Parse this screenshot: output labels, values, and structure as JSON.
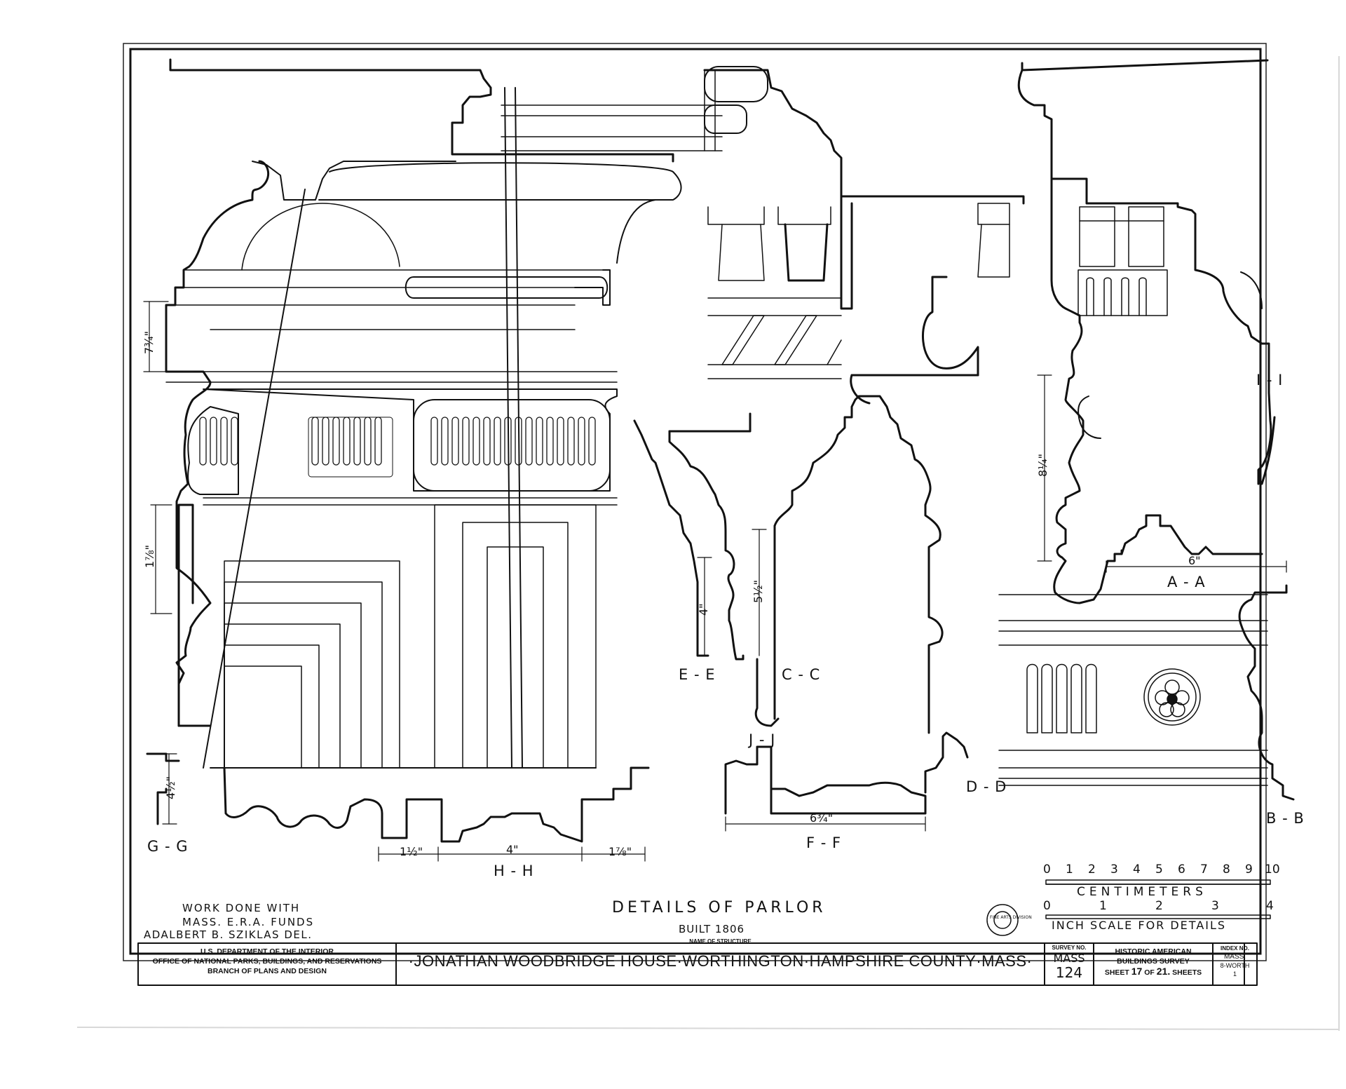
{
  "section_labels": {
    "g_g": "G - G",
    "h_h": "H - H",
    "e_e": "E - E",
    "c_c": "C - C",
    "j_j": "J - J",
    "f_f": "F - F",
    "d_d": "D - D",
    "a_a": "A - A",
    "i_i": "I - I",
    "b_b": "B - B"
  },
  "dimensions": {
    "gg_height": "4½\"",
    "top_left_height": "7¾\"",
    "mid_left_height": "1⅞\"",
    "ee_height": "4\"",
    "cc_height": "5½\"",
    "hh_left": "1½\"",
    "hh_mid": "4\"",
    "hh_right": "1⅞\"",
    "ff_width": "6¾\"",
    "aa_width": "6\"",
    "ii_height": "8¼\""
  },
  "scales": {
    "cm_numbers": [
      "0",
      "1",
      "2",
      "3",
      "4",
      "5",
      "6",
      "7",
      "8",
      "9",
      "10"
    ],
    "cm_label": "CENTIMETERS",
    "inch_numbers": [
      "0",
      "1",
      "2",
      "3",
      "4"
    ],
    "inch_label": "INCH SCALE FOR DETAILS"
  },
  "sheet_title": "DETAILS OF PARLOR",
  "built": "BUILT   1806",
  "credits": {
    "line1": "WORK DONE WITH",
    "line2": "MASS.  E.R.A. FUNDS",
    "delineator": "ADALBERT B. SZIKLAS DEL."
  },
  "stamp": "FINE ARTS DIVISION",
  "title_block": {
    "agency_line1": "U.S. DEPARTMENT OF THE INTERIOR",
    "agency_line2": "OFFICE OF NATIONAL PARKS, BUILDINGS, AND RESERVATIONS",
    "agency_line3": "BRANCH OF PLANS AND DESIGN",
    "name_caption": "NAME OF STRUCTURE",
    "structure_name": "·JONATHAN  WOODBRIDGE  HOUSE·WORTHINGTON·HAMPSHIRE  COUNTY·MASS·",
    "survey_caption": "SURVEY NO.",
    "survey_state": "MASS",
    "survey_number": "124",
    "habs_line1": "HISTORIC AMERICAN",
    "habs_line2": "BUILDINGS SURVEY",
    "sheet_prefix": "SHEET",
    "sheet_number": "17",
    "sheet_of": "OF",
    "sheet_total": "21.",
    "sheet_suffix": "SHEETS",
    "index_caption": "INDEX NO.",
    "index_line1": "MASS.",
    "index_line2": "8-WORTH",
    "index_line3": "1"
  }
}
